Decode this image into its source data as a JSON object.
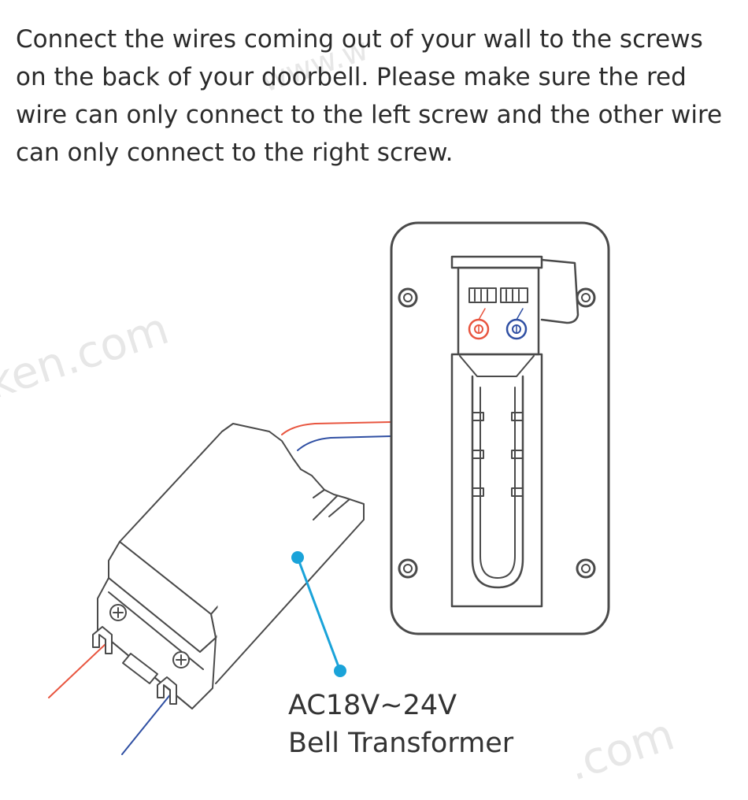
{
  "instruction": {
    "text": "Connect the wires coming out of your wall to the screws on the back of your doorbell. Please make sure the red wire can only connect to the left screw and the other wire can only connect to the right screw."
  },
  "transformer_label": {
    "voltage": "AC18V~24V",
    "name": "Bell Transformer"
  },
  "watermarks": [
    "ken.com",
    ".com",
    "www.w"
  ],
  "colors": {
    "red_wire": "#e8553f",
    "blue_wire": "#2f4fa3",
    "callout": "#1aa3d9",
    "outline": "#4a4a4a"
  }
}
